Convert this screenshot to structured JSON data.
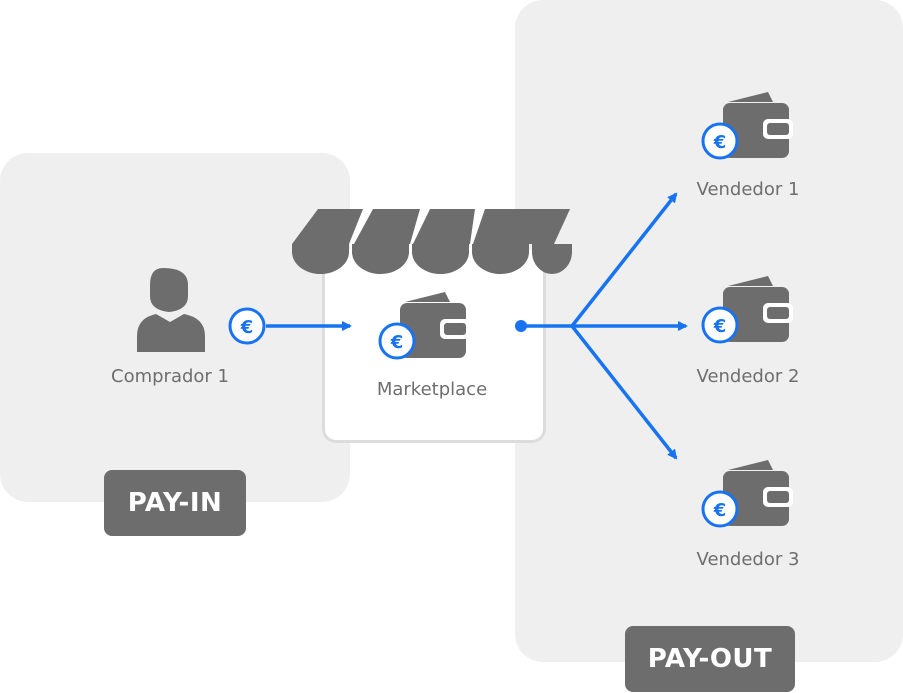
{
  "nodes": {
    "buyer": {
      "label": "Comprador 1"
    },
    "marketplace": {
      "label": "Marketplace"
    },
    "sellers": [
      {
        "label": "Vendedor 1"
      },
      {
        "label": "Vendedor 2"
      },
      {
        "label": "Vendedor 3"
      }
    ]
  },
  "sections": {
    "payin": {
      "label": "PAY-IN"
    },
    "payout": {
      "label": "PAY-OUT"
    }
  },
  "currency_symbol": "€",
  "colors": {
    "panel": "#efefef",
    "icon": "#6d6d6d",
    "arrow": "#1773f2",
    "text": "#6e6e6e",
    "badge": "#6d6d6d"
  }
}
